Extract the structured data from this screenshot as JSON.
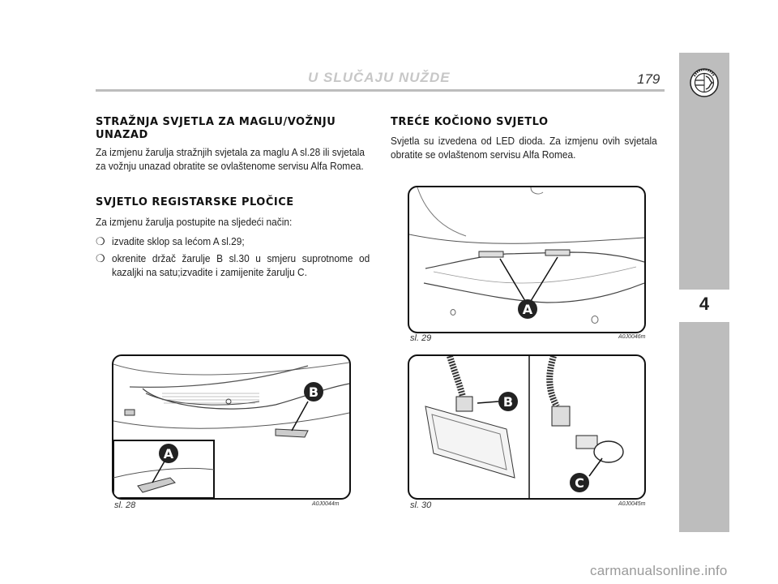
{
  "header": {
    "title": "U SLUČAJU NUŽDE",
    "page_number": "179"
  },
  "chapter_tab": "4",
  "left": {
    "heading1": "STRAŽNJA SVJETLA ZA MAGLU/VOŽNJU UNAZAD",
    "para1": "Za izmjenu žarulja stražnjih svjetala za maglu A sl.28  ili svjetala za vožnju unazad obratite se ovlaštenome servisu Alfa Romea.",
    "heading2": "SVJETLO REGISTARSKE PLOČICE",
    "para2": "Za izmjenu žarulja postupite na sljedeći način:",
    "bullet_symbol": "❍",
    "bullets": [
      "izvadite sklop sa lećom A sl.29;",
      "okrenite držač žarulje B sl.30  u smjeru suprotnome od kazaljki na satu;izvadite i zamijenite žarulju C."
    ]
  },
  "right": {
    "heading": "TREĆE KOČIONO SVJETLO",
    "para": "Svjetla su izvedena od LED dioda. Za izmjenu ovih svjetala obratite se ovlaštenom servisu Alfa Romea."
  },
  "figures": {
    "fig28": {
      "caption": "sl. 28",
      "code": "A0J0044m",
      "labels": [
        "B",
        "A"
      ]
    },
    "fig29": {
      "caption": "sl. 29",
      "code": "A0J0046m",
      "labels": [
        "A"
      ]
    },
    "fig30": {
      "caption": "sl. 30",
      "code": "A0J0045m",
      "labels": [
        "B",
        "C"
      ]
    }
  },
  "footer": "carmanualsonline.info"
}
